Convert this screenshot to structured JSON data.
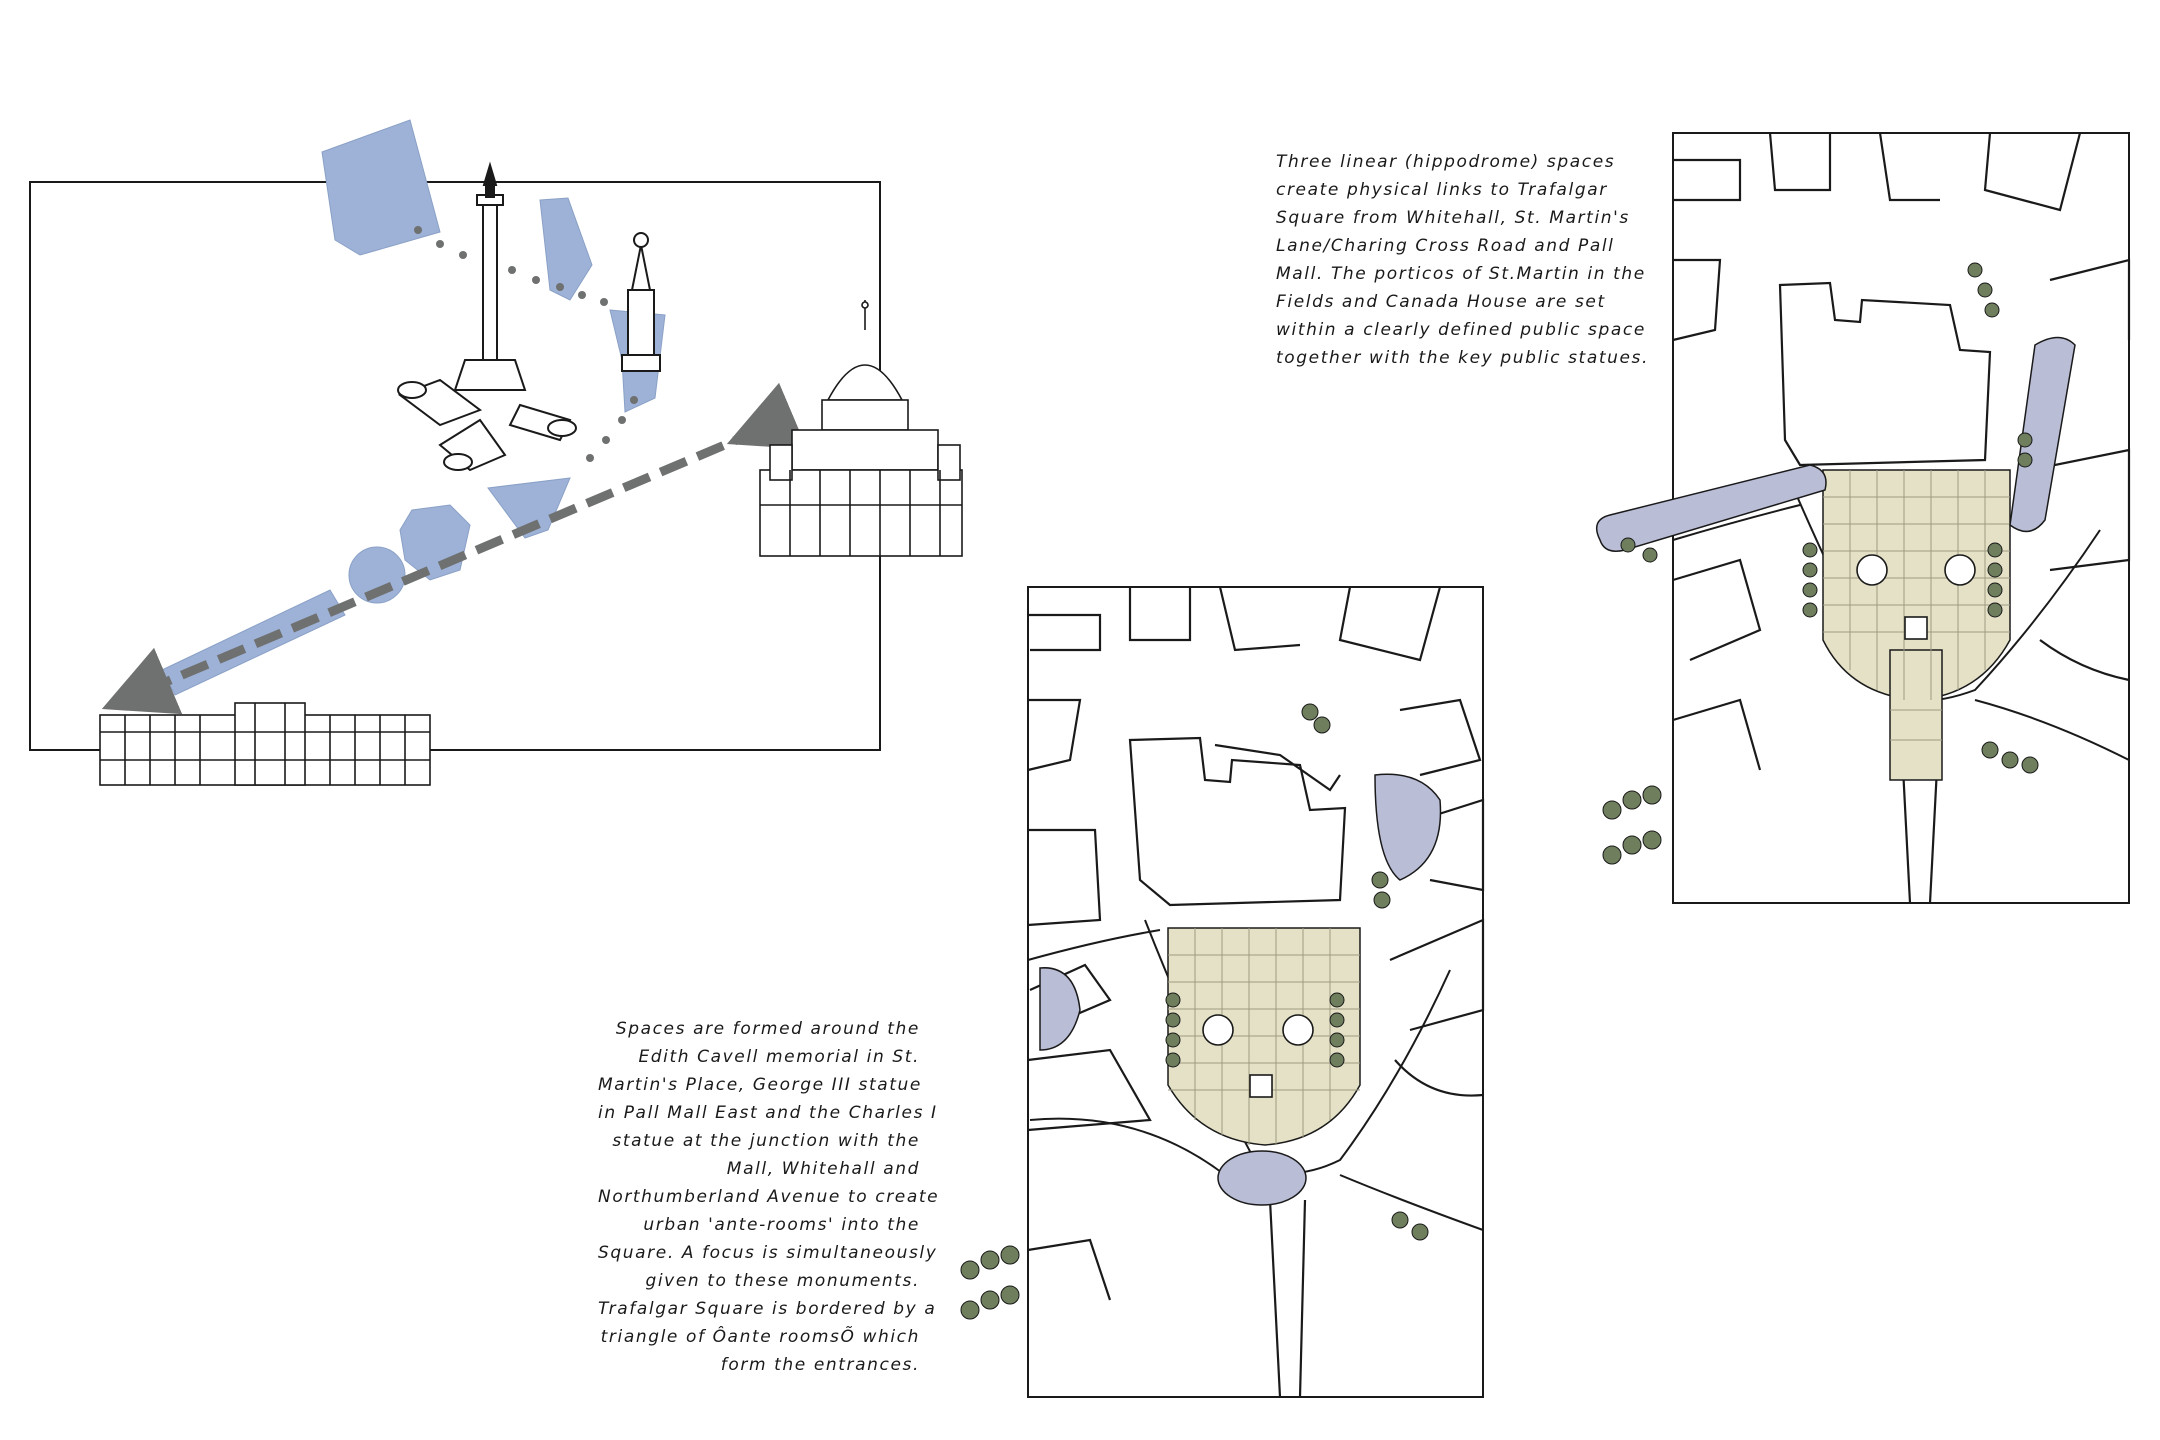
{
  "colors": {
    "space_blue": "#9db2d6",
    "ante_room_grey": "#b9bdd6",
    "square_paving": "#e4e1c6",
    "tree_green": "#6f7f5e",
    "ink": "#1a1a1a"
  },
  "captions": {
    "top": [
      "Three linear (hippodrome) spaces",
      "create physical links to Trafalgar",
      "Square from Whitehall, St. Martin's",
      "Lane/Charing Cross Road and Pall",
      "Mall.  The porticos of St.Martin in the",
      "Fields and Canada House are set",
      "within a clearly defined public space",
      "together with the key public statues."
    ],
    "bottom": [
      "Spaces are formed around the",
      "Edith Cavell memorial in St.",
      "Martin's Place, George III statue",
      "in Pall Mall East and the Charles I",
      "statue at the junction with the",
      "Mall, Whitehall and",
      "Northumberland Avenue to create",
      "urban 'ante-rooms' into the",
      "Square.  A focus is simultaneously",
      "given to these monuments.",
      "Trafalgar Square is bordered by a",
      "triangle of Ôante roomsÕ which",
      "form the entrances."
    ]
  }
}
